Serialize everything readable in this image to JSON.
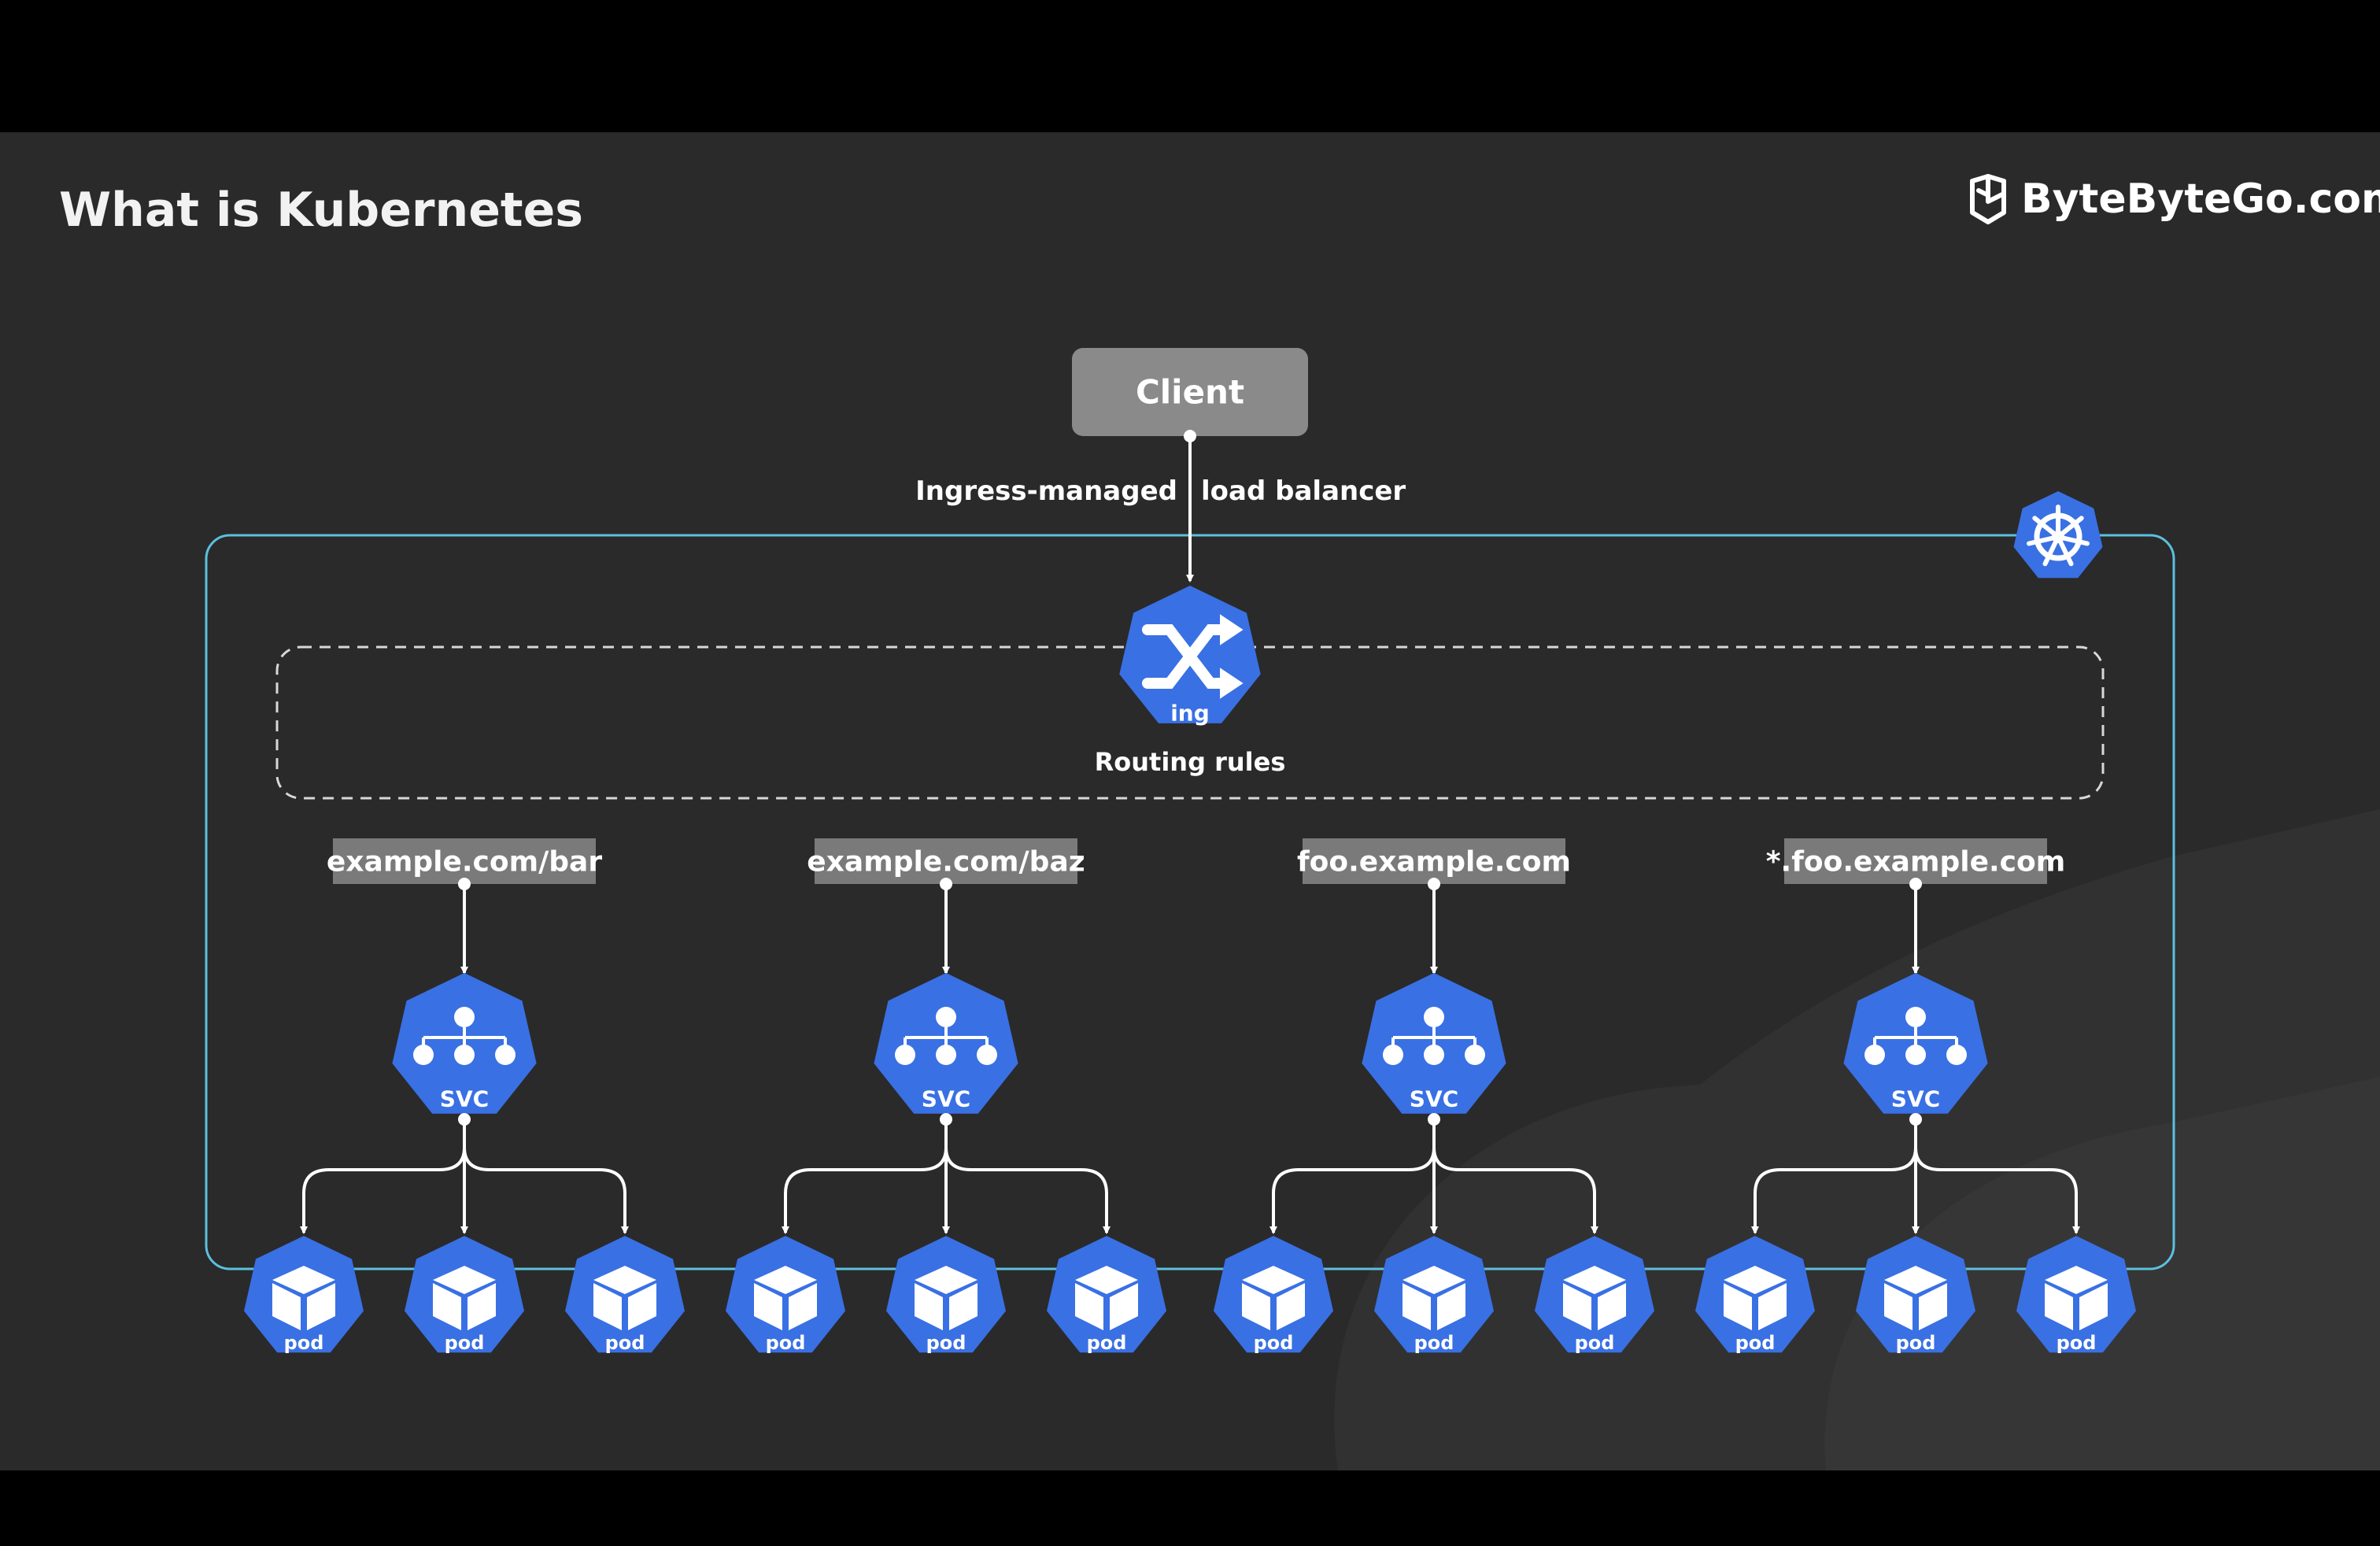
{
  "title": "What is Kubernetes",
  "brand": {
    "name": "ByteByteGo.com",
    "icon": "bytebytego-logo-icon"
  },
  "client": {
    "label": "Client"
  },
  "load_balancer_label_left": "Ingress-managed",
  "load_balancer_label_right": "load balancer",
  "ingress": {
    "icon": "shuffle-icon",
    "label": "ing",
    "caption": "Routing rules"
  },
  "cluster": {
    "icon": "kubernetes-helm-icon"
  },
  "routes": [
    {
      "rule": "example.com/bar",
      "service_label": "SVC",
      "pods": [
        "pod",
        "pod",
        "pod"
      ]
    },
    {
      "rule": "example.com/baz",
      "service_label": "SVC",
      "pods": [
        "pod",
        "pod",
        "pod"
      ]
    },
    {
      "rule": "foo.example.com",
      "service_label": "SVC",
      "pods": [
        "pod",
        "pod",
        "pod"
      ]
    },
    {
      "rule": "*.foo.example.com",
      "service_label": "SVC",
      "pods": [
        "pod",
        "pod",
        "pod"
      ]
    }
  ],
  "colors": {
    "background": "#2a2a2a",
    "k8s_blue": "#3970e4",
    "cluster_border": "#5bc0de",
    "client_box": "#8a8a8a",
    "rule_box": "#7a7a7a"
  }
}
